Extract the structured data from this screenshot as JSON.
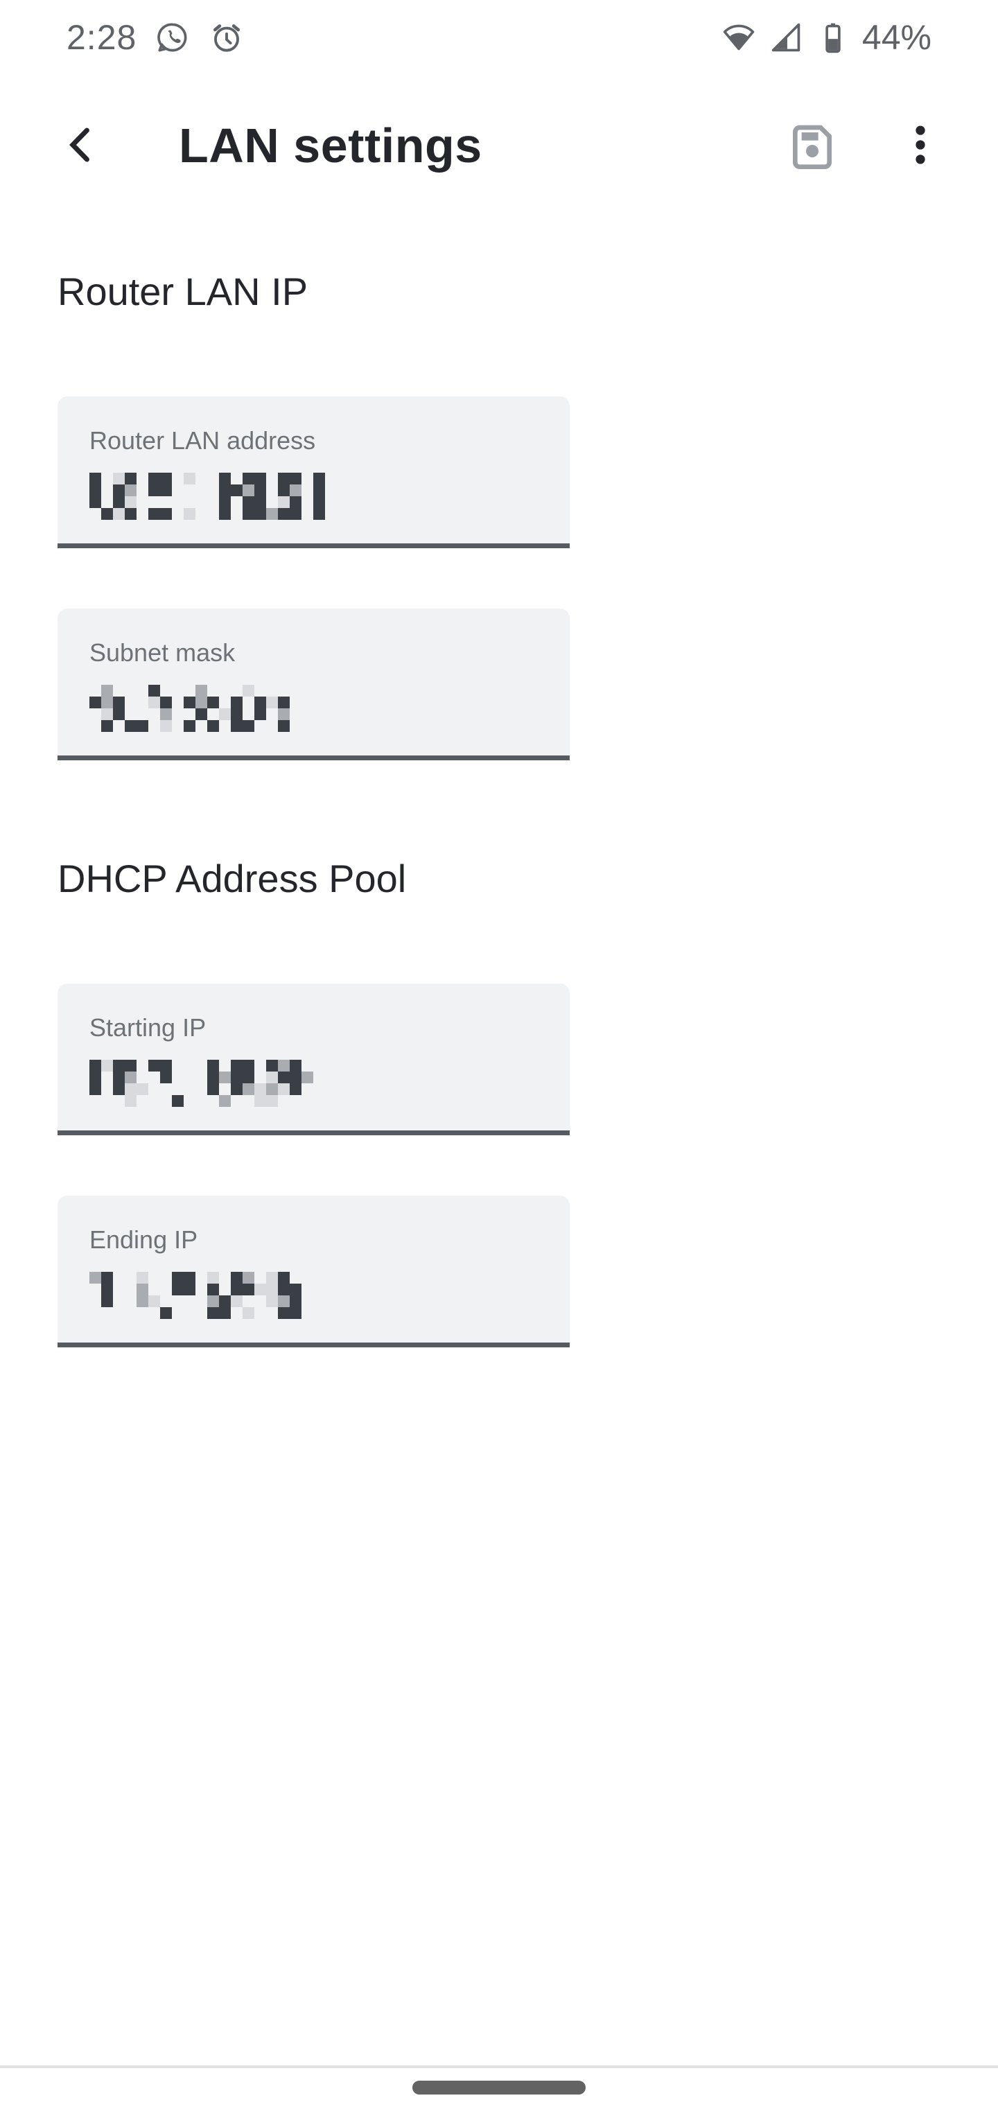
{
  "status_bar": {
    "time": "2:28",
    "battery_percent": "44%",
    "icons": [
      "whatsapp-icon",
      "alarm-icon",
      "wifi-icon",
      "cellular-signal-icon",
      "battery-icon"
    ]
  },
  "app_bar": {
    "title": "LAN settings",
    "back_label": "back",
    "actions": [
      "save-icon",
      "overflow-menu-icon"
    ]
  },
  "sections": [
    {
      "title": "Router LAN IP",
      "fields": [
        {
          "label": "Router LAN address",
          "value_redacted": true,
          "value_pattern": [
            "# .# ## .  # ## ## #",
            "# #+ ##    ##+# #+ #",
            "# #.       # ## .# #",
            " #.# ## .  # ##+## #"
          ]
        },
        {
          "label": "Subnet mask",
          "value_redacted": true,
          "value_pattern": [
            " +   #   +   .   ",
            "#+#  .# #+# # #.#",
            " .#   +  # .# # +",
            " # ## . # # ##  #"
          ]
        }
      ]
    },
    {
      "title": "DHCP Address Pool",
      "fields": [
        {
          "label": "Starting IP",
          "value_redacted": true,
          "value_pattern": [
            "#.## ##   # ## #+# ",
            "# #+  #   #+## .##+",
            "# #..     # #+.+.# ",
            "   .   #   +  ..   "
          ]
        },
        {
          "label": "Ending IP",
          "value_redacted": true,
          "value_pattern": [
            "+#  .  ## . #+ .# ",
            " #  +  ## # ##..##",
            " #  +.    +#.  .+#",
            "      #   ## .  ##"
          ]
        }
      ]
    }
  ],
  "colors": {
    "status_icon_gray": "#5f6368",
    "title_dark": "#24262b",
    "save_icon_gray": "#9aa0a6",
    "field_background": "#f1f2f4",
    "field_underline": "#565b61",
    "field_label_gray": "#6d7277",
    "footer_divider": "#e0e2e4",
    "gesture_pill": "#636363",
    "mosaic": {
      "#": "#3a3f45",
      "+": "#a9adb2",
      ".": "#d8dadd"
    }
  },
  "footer": {
    "gesture_pill": "gesture navigation handle"
  }
}
